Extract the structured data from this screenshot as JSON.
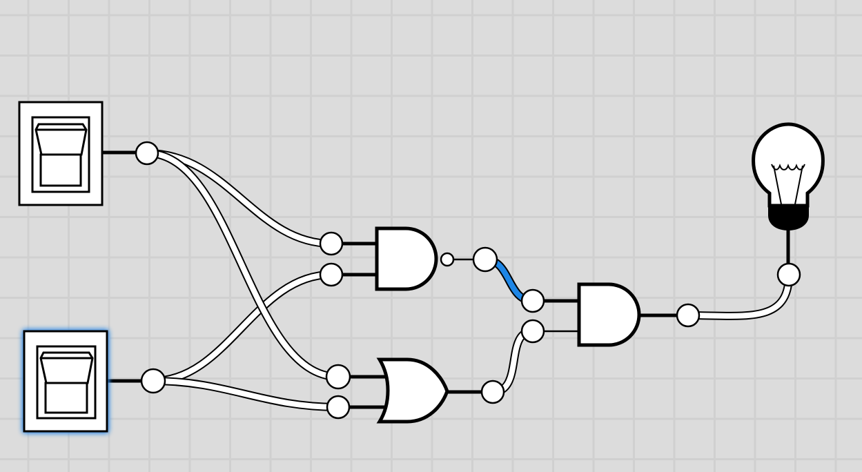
{
  "colors": {
    "background": "#dcdcdc",
    "grid": "#d0d0d0",
    "active_wire": "#1e86e6",
    "selection_glow": "#3a8ee6"
  },
  "components": {
    "switch_a": {
      "type": "toggle-switch",
      "selected": false
    },
    "switch_b": {
      "type": "toggle-switch",
      "selected": true
    },
    "gate_1": {
      "type": "NAND"
    },
    "gate_2": {
      "type": "OR"
    },
    "gate_3": {
      "type": "AND"
    },
    "output": {
      "type": "light-bulb",
      "lit": false
    }
  }
}
